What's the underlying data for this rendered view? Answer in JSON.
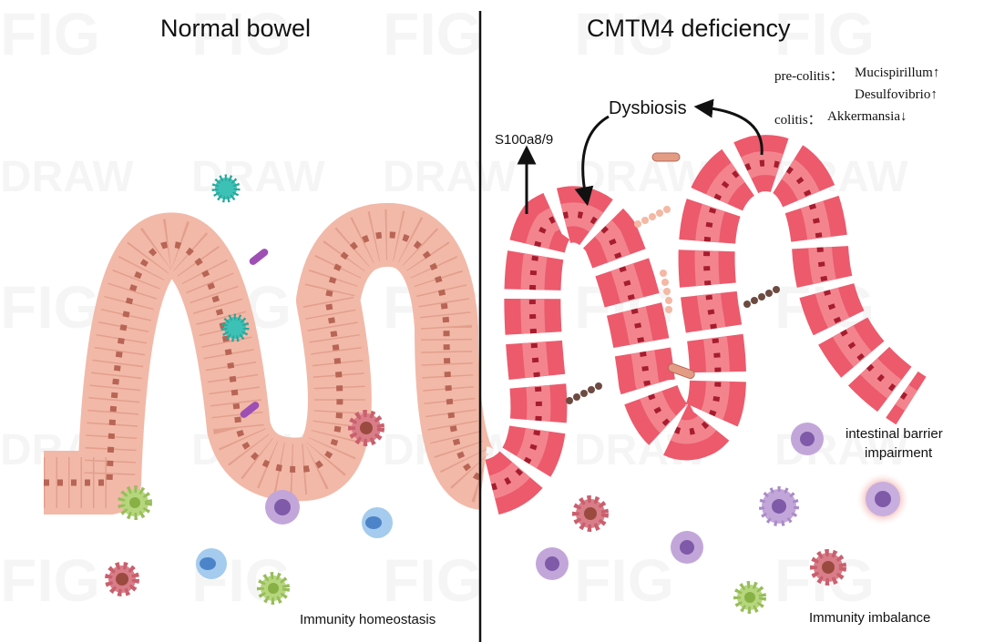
{
  "panels": {
    "left_title": "Normal bowel",
    "right_title": "CMTM4 deficiency"
  },
  "labels": {
    "s100": "S100a8/9",
    "dysbiosis": "Dysbiosis",
    "barrier_line1": "intestinal barrier",
    "barrier_line2": "impairment",
    "immunity_left": "Immunity homeostasis",
    "immunity_right": "Immunity imbalance"
  },
  "microbiome": {
    "precolitis_label": "pre-colitis：",
    "precolitis_taxon1": "Mucispirillum↑",
    "precolitis_taxon2": "Desulfovibrio↑",
    "colitis_label": "colitis：",
    "colitis_taxon": "Akkermansia↓"
  },
  "watermark": [
    "FIG",
    "DRAW"
  ],
  "colors": {
    "normal_epithelium": "#f0b8a6",
    "inflamed_epithelium": "#e8566a",
    "divider": "#111111"
  }
}
